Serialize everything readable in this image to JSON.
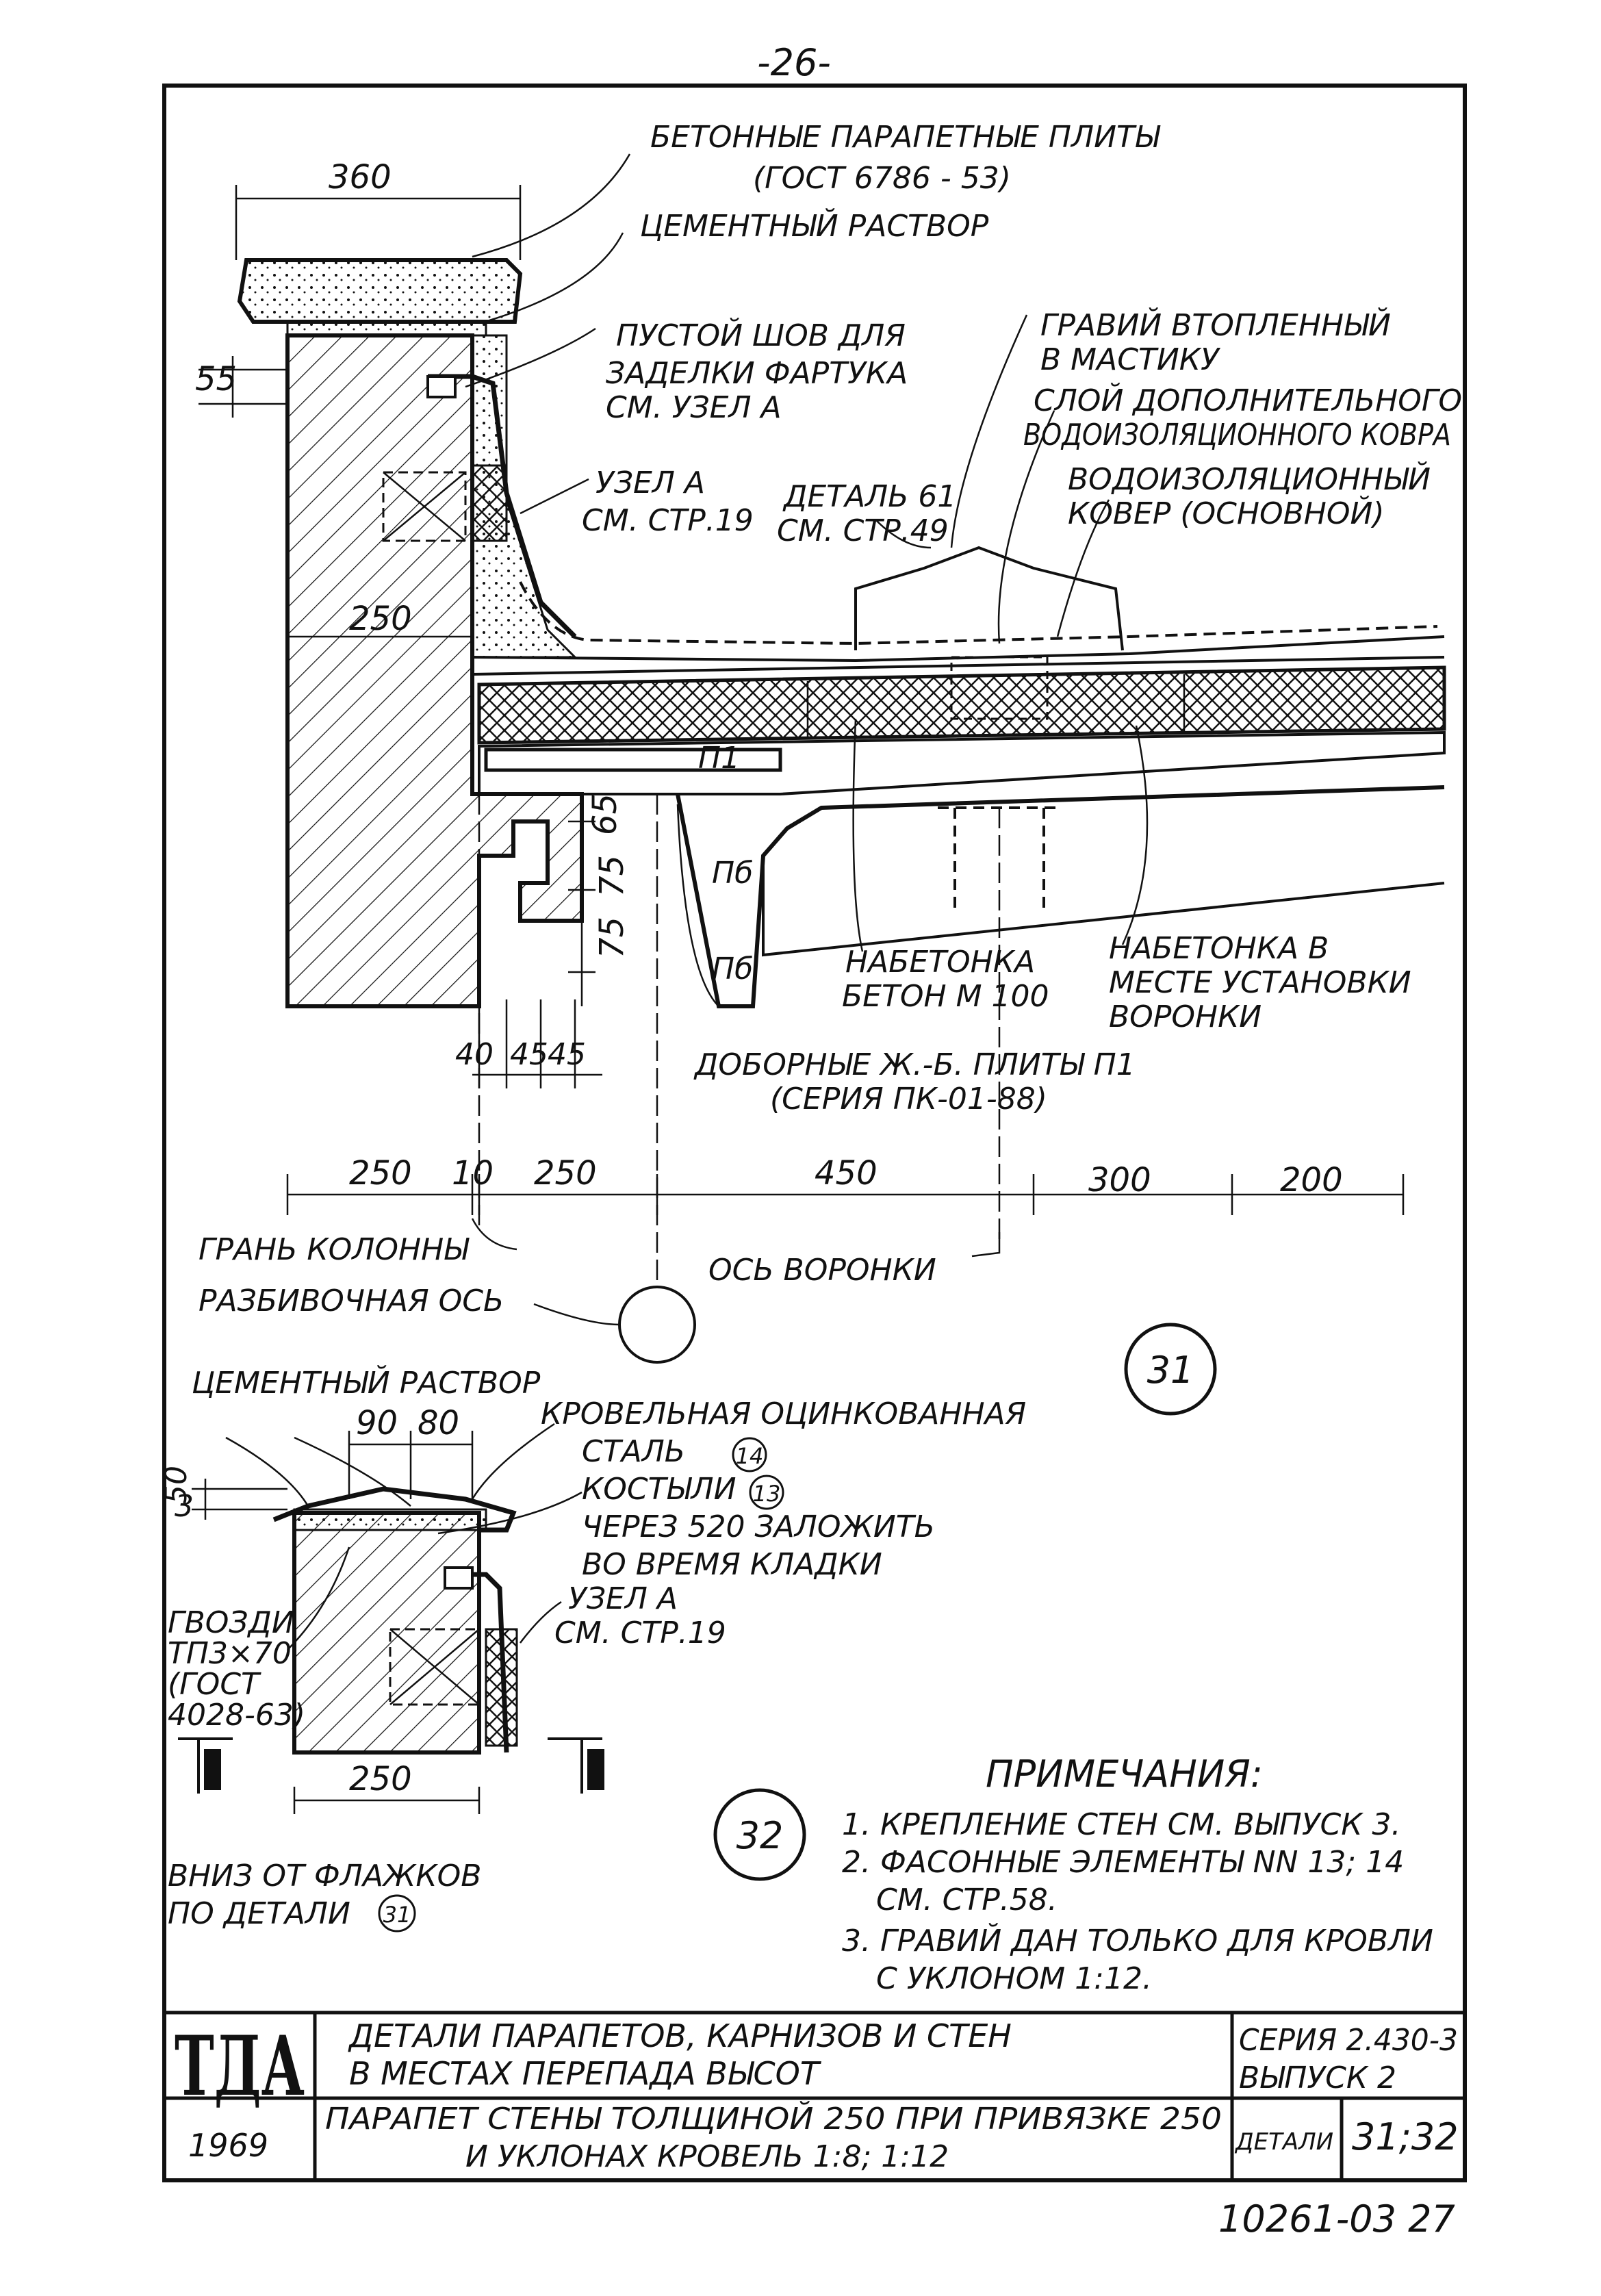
{
  "page_number": "-26-",
  "detail31": {
    "labels": {
      "parapet_slabs_1": "БЕТОННЫЕ ПАРАПЕТНЫЕ ПЛИТЫ",
      "parapet_slabs_2": "(ГОСТ 6786 - 53)",
      "cement_mortar": "ЦЕМЕНТНЫЙ РАСТВОР",
      "empty_seam_1": "ПУСТОЙ ШОВ ДЛЯ",
      "empty_seam_2": "ЗАДЕЛКИ ФАРТУКА",
      "empty_seam_3": "СМ. УЗЕЛ А",
      "gravel_1": "ГРАВИЙ ВТОПЛЕННЫЙ",
      "gravel_2": "В МАСТИКУ",
      "extra_layer_1": "СЛОЙ ДОПОЛНИТЕЛЬНОГО",
      "extra_layer_2": "ВОДОИЗОЛЯЦИОННОГО КОВРА",
      "node_a_1": "УЗЕЛ А",
      "node_a_2": "СМ. СТР.19",
      "detail61_1": "ДЕТАЛЬ 61",
      "detail61_2": "СМ. СТР.49",
      "main_carpet_1": "ВОДОИЗОЛЯЦИОННЫЙ",
      "main_carpet_2": "КОВЕР (ОСНОВНОЙ)",
      "screed_1": "НАБЕТОНКА",
      "screed_2": "БЕТОН М 100",
      "screed_funnel_1": "НАБЕТОНКА В",
      "screed_funnel_2": "МЕСТЕ УСТАНОВКИ",
      "screed_funnel_3": "ВОРОНКИ",
      "extra_slabs_1": "ДОБОРНЫЕ Ж.-Б. ПЛИТЫ П1",
      "extra_slabs_2": "(СЕРИЯ ПК-01-88)",
      "column_face": "ГРАНЬ КОЛОННЫ",
      "layout_axis": "РАЗБИВОЧНАЯ ОСЬ",
      "funnel_axis": "ОСЬ ВОРОНКИ"
    },
    "dims": {
      "top_width": "360",
      "offset": "55",
      "wall": "250",
      "h1": "65",
      "h2": "75",
      "h3": "75",
      "s1": "40",
      "s2": "45",
      "s3": "45",
      "b1": "250",
      "b2": "10",
      "b3": "250",
      "b4": "450",
      "b5": "300",
      "b6": "200"
    },
    "marks": {
      "slab": "П1",
      "beam": "Пб"
    },
    "number": "31"
  },
  "detail32": {
    "labels": {
      "cement_mortar": "ЦЕМЕНТНЫЙ РАСТВОР",
      "steel_1": "КРОВЕЛЬНАЯ ОЦИНКОВАННАЯ",
      "steel_2": "СТАЛЬ",
      "steel_ref": "14",
      "crutches_1": "КОСТЫЛИ",
      "crutches_ref": "13",
      "crutches_2": "ЧЕРЕЗ 520 ЗАЛОЖИТЬ",
      "crutches_3": "ВО ВРЕМЯ КЛАДКИ",
      "nails_1": "ГВОЗДИ",
      "nails_2": "ТП3×70",
      "nails_3": "(ГОСТ",
      "nails_4": "4028-63)",
      "node_a_1": "УЗЕЛ А",
      "node_a_2": "СМ. СТР.19",
      "below_1": "ВНИЗ ОТ ФЛАЖКОВ",
      "below_2": "ПО ДЕТАЛИ",
      "below_ref": "31"
    },
    "dims": {
      "d90": "90",
      "d80": "80",
      "d50": "50",
      "d3": "3",
      "wall": "250"
    },
    "number": "32"
  },
  "notes": {
    "title": "ПРИМЕЧАНИЯ:",
    "n1": "1. КРЕПЛЕНИЕ СТЕН СМ. ВЫПУСК 3.",
    "n2a": "2. ФАСОННЫЕ ЭЛЕМЕНТЫ NN 13; 14",
    "n2b": "СМ. СТР.58.",
    "n3a": "3. ГРАВИЙ ДАН ТОЛЬКО ДЛЯ КРОВЛИ",
    "n3b": "С УКЛОНОМ 1:12."
  },
  "title_block": {
    "logo": "ТДА",
    "year": "1969",
    "title1_a": "ДЕТАЛИ ПАРАПЕТОВ, КАРНИЗОВ И СТЕН",
    "title1_b": "В МЕСТАХ ПЕРЕПАДА ВЫСОТ",
    "title2_a": "ПАРАПЕТ СТЕНЫ ТОЛЩИНОЙ 250 ПРИ ПРИВЯЗКЕ 250",
    "title2_b": "И УКЛОНАХ КРОВЕЛЬ 1:8; 1:12",
    "series": "СЕРИЯ 2.430-3",
    "issue": "ВЫПУСК 2",
    "detail_label": "ДЕТАЛИ",
    "detail_nums": "31;32"
  },
  "doc_number": "10261-03 27"
}
